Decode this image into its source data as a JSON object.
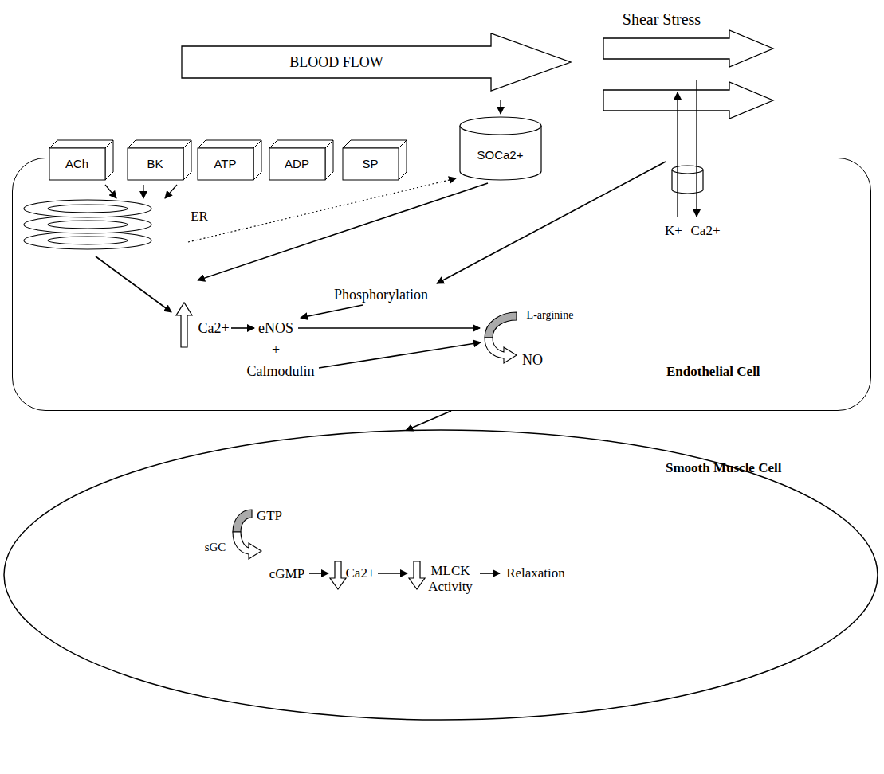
{
  "diagram": {
    "nodes": [
      {
        "text": [
          "BLOOD FLOW"
        ]
      },
      {
        "text": [
          "Endothelial Cell"
        ]
      },
      {
        "text": [
          "ACh"
        ],
        "in": 1
      },
      {
        "text": [
          "BK"
        ],
        "in": 1
      },
      {
        "text": [
          "ATP"
        ],
        "in": 1
      },
      {
        "text": [
          "ADP"
        ],
        "in": 1
      },
      {
        "text": [
          "SP"
        ],
        "in": 1
      },
      {
        "text": [
          "SOCa2+"
        ],
        "in": 1
      },
      {
        "text": [
          "Smooth Muscle Cell"
        ]
      }
    ],
    "edges": [
      {
        "from": 1,
        "to": 8,
        "arrow": "to"
      }
    ],
    "labels": [
      "Shear Stress",
      "K+",
      "Ca2+",
      "ER",
      "Phosphorylation",
      "Ca2+",
      "eNOS",
      "+",
      "Calmodulin",
      "L-arginine",
      "NO",
      "sGC",
      "GTP",
      "cGMP",
      "Ca2+",
      "MLCK Activity",
      "Relaxation"
    ]
  }
}
